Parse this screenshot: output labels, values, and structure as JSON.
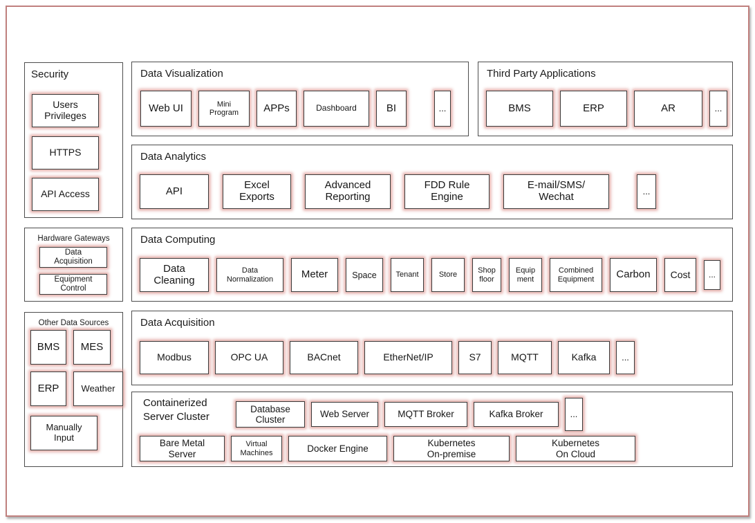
{
  "page": {
    "frame_border_color": "#c0807e",
    "box_border_color": "#3a3a3a",
    "box_glow_color": "#e1a09b",
    "background": "#ffffff"
  },
  "sections": {
    "security": {
      "title": "Security",
      "items": [
        {
          "label": "Users\nPrivileges"
        },
        {
          "label": "HTTPS"
        },
        {
          "label": "API Access"
        }
      ]
    },
    "data_visualization": {
      "title": "Data Visualization",
      "items": [
        {
          "label": "Web UI"
        },
        {
          "label": "Mini\nProgram"
        },
        {
          "label": "APPs"
        },
        {
          "label": "Dashboard"
        },
        {
          "label": "BI"
        },
        {
          "label": "..."
        }
      ]
    },
    "third_party": {
      "title": "Third Party Applications",
      "items": [
        {
          "label": "BMS"
        },
        {
          "label": "ERP"
        },
        {
          "label": "AR"
        },
        {
          "label": "..."
        }
      ]
    },
    "data_analytics": {
      "title": "Data Analytics",
      "items": [
        {
          "label": "API"
        },
        {
          "label": "Excel\nExports"
        },
        {
          "label": "Advanced\nReporting"
        },
        {
          "label": "FDD Rule\nEngine"
        },
        {
          "label": "E-mail/SMS/\nWechat"
        },
        {
          "label": "..."
        }
      ]
    },
    "hardware_gateways": {
      "title": "Hardware Gateways",
      "items": [
        {
          "label": "Data\nAcquisition"
        },
        {
          "label": "Equipment\nControl"
        }
      ]
    },
    "data_computing": {
      "title": "Data Computing",
      "items": [
        {
          "label": "Data\nCleaning"
        },
        {
          "label": "Data\nNormalization"
        },
        {
          "label": "Meter"
        },
        {
          "label": "Space"
        },
        {
          "label": "Tenant"
        },
        {
          "label": "Store"
        },
        {
          "label": "Shop\nfloor"
        },
        {
          "label": "Equip\nment"
        },
        {
          "label": "Combined\nEquipment"
        },
        {
          "label": "Carbon"
        },
        {
          "label": "Cost"
        },
        {
          "label": "..."
        }
      ]
    },
    "other_data_sources": {
      "title": "Other Data Sources",
      "items": [
        {
          "label": "BMS"
        },
        {
          "label": "MES"
        },
        {
          "label": "ERP"
        },
        {
          "label": "Weather"
        },
        {
          "label": "Manually\nInput"
        }
      ]
    },
    "data_acquisition": {
      "title": "Data Acquisition",
      "items": [
        {
          "label": "Modbus"
        },
        {
          "label": "OPC UA"
        },
        {
          "label": "BACnet"
        },
        {
          "label": "EtherNet/IP"
        },
        {
          "label": "S7"
        },
        {
          "label": "MQTT"
        },
        {
          "label": "Kafka"
        },
        {
          "label": "..."
        }
      ]
    },
    "server_cluster": {
      "title": "Containerized\nServer Cluster",
      "row1": [
        {
          "label": "Database\nCluster"
        },
        {
          "label": "Web Server"
        },
        {
          "label": "MQTT Broker"
        },
        {
          "label": "Kafka Broker"
        },
        {
          "label": "..."
        }
      ],
      "row2": [
        {
          "label": "Bare Metal\nServer"
        },
        {
          "label": "Virtual\nMachines"
        },
        {
          "label": "Docker Engine"
        },
        {
          "label": "Kubernetes\nOn-premise"
        },
        {
          "label": "Kubernetes\nOn Cloud"
        }
      ]
    }
  }
}
